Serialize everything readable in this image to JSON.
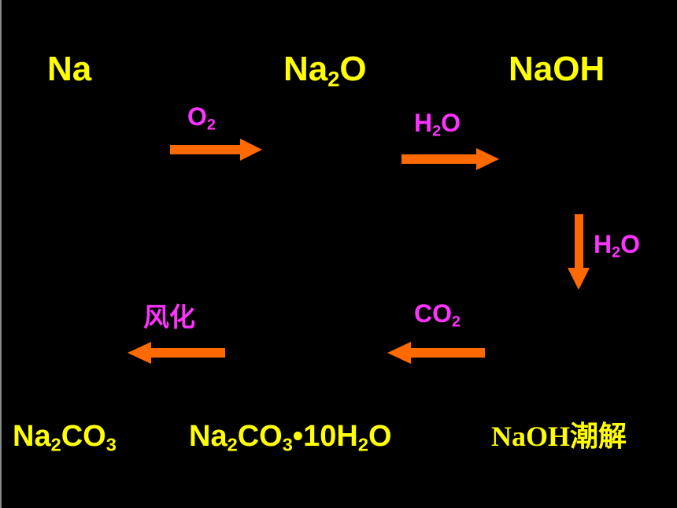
{
  "colors": {
    "background": "#000000",
    "species": "#ffff00",
    "reagent": "#ff33ff",
    "arrow": "#ff6a00"
  },
  "species": {
    "na": {
      "text": "Na"
    },
    "na2o": {
      "pre": "Na",
      "sub": "2",
      "post": "O"
    },
    "naoh": {
      "text": "NaOH"
    },
    "na2co3": {
      "pre": "Na",
      "sub1": "2",
      "mid": "CO",
      "sub2": "3"
    },
    "decahydrate": {
      "pre": "Na",
      "sub1": "2",
      "mid": "CO",
      "sub2": "3",
      "dot": "•",
      "mid2": "10H",
      "sub3": "2",
      "post": "O"
    },
    "naoh_deliquescence": {
      "text": "NaOH潮解"
    }
  },
  "reagents": {
    "o2": {
      "pre": "O",
      "sub": "2"
    },
    "h2o_top": {
      "pre": "H",
      "sub": "2",
      "post": "O"
    },
    "h2o_right": {
      "pre": "H",
      "sub": "2",
      "post": "O"
    },
    "co2": {
      "pre": "CO",
      "sub": "2"
    },
    "weathering": {
      "text": "风化"
    }
  },
  "arrows": [
    {
      "from": "Na",
      "to": "Na2O",
      "direction": "right",
      "reagent": "O2"
    },
    {
      "from": "Na2O",
      "to": "NaOH",
      "direction": "right",
      "reagent": "H2O"
    },
    {
      "from": "NaOH",
      "to": "NaOH潮解",
      "direction": "down",
      "reagent": "H2O"
    },
    {
      "from": "NaOH潮解",
      "to": "Na2CO3·10H2O",
      "direction": "left",
      "reagent": "CO2"
    },
    {
      "from": "Na2CO3·10H2O",
      "to": "Na2CO3",
      "direction": "left",
      "reagent": "风化"
    }
  ]
}
